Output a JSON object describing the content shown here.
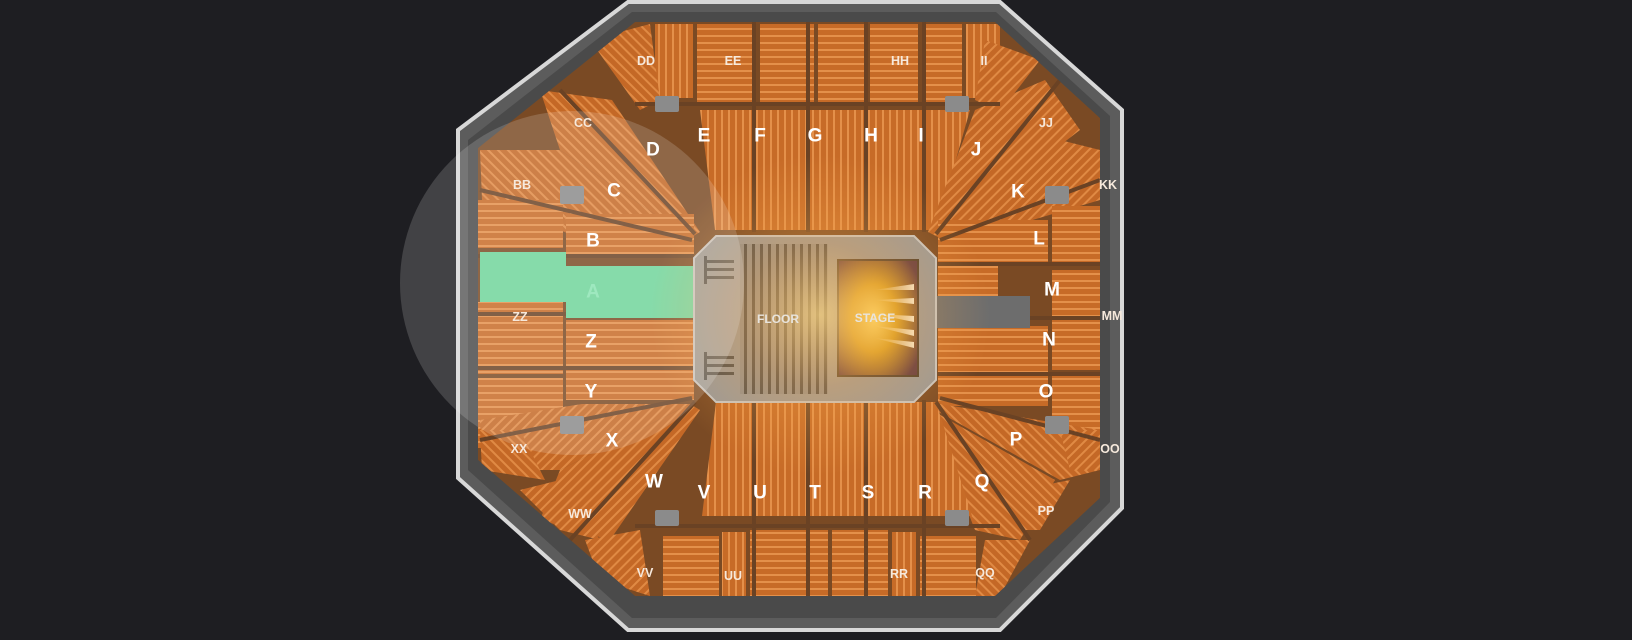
{
  "colors": {
    "background": "#1e1e22",
    "seat_orange": "#c46a26",
    "seat_orange_light": "#e08a3c",
    "highlight_green": "#6dd39a",
    "floor_gray": "#9c9c9c",
    "stage_gold": "#d9a521"
  },
  "center": {
    "floor_label": "FLOOR",
    "stage_label": "STAGE"
  },
  "highlighted_section": "A",
  "sections_large": {
    "left": [
      "D",
      "C",
      "B",
      "A",
      "Z",
      "Y",
      "X",
      "W"
    ],
    "top": [
      "E",
      "F",
      "G",
      "H",
      "I",
      "J"
    ],
    "right": [
      "K",
      "L",
      "M",
      "N",
      "O",
      "P",
      "Q"
    ],
    "bottom": [
      "V",
      "U",
      "T",
      "S",
      "R"
    ]
  },
  "sections_small": {
    "left": [
      "CC",
      "BB",
      "ZZ",
      "XX",
      "WW"
    ],
    "top": [
      "DD",
      "EE",
      "HH",
      "II"
    ],
    "right": [
      "JJ",
      "KK",
      "MM",
      "OO",
      "PP"
    ],
    "bottom": [
      "VV",
      "UU",
      "RR",
      "QQ"
    ]
  }
}
